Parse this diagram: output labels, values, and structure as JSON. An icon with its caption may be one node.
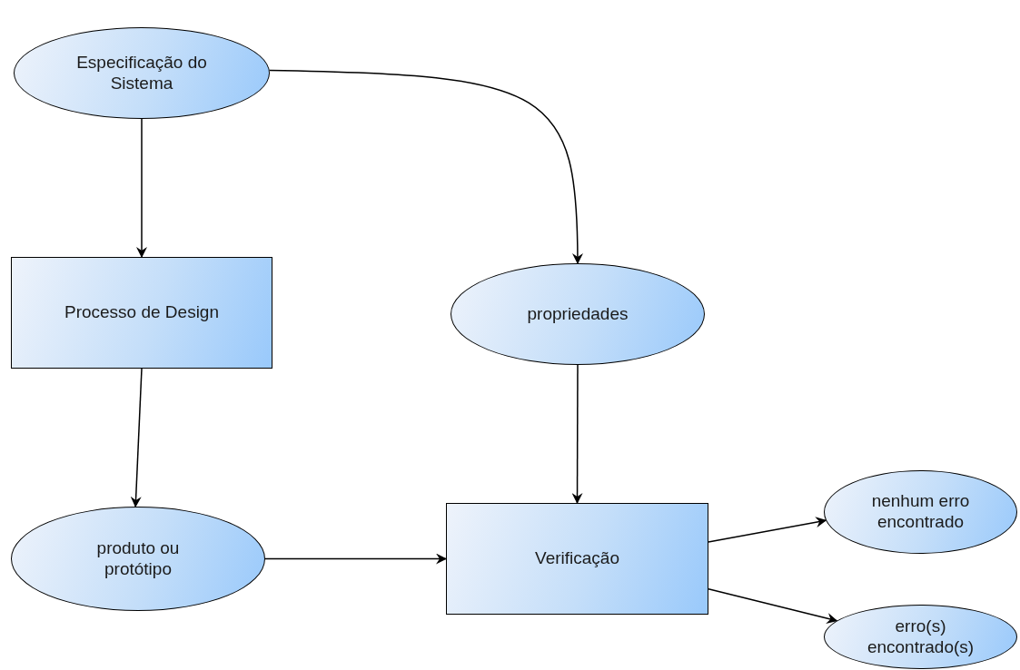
{
  "diagram": {
    "nodes": [
      {
        "text": [
          "Especificação do Sistema"
        ]
      },
      {
        "text": [
          "Processo de Design"
        ]
      },
      {
        "text": [
          "propriedades"
        ]
      },
      {
        "text": [
          "produto ou protótipo"
        ]
      },
      {
        "text": [
          "Verificação"
        ]
      },
      {
        "text": [
          "nenhum erro encontrado"
        ]
      },
      {
        "text": [
          "erro(s) encontrado(s)"
        ]
      }
    ],
    "edges": [
      {
        "from": 0,
        "to": 1,
        "arrow": "to"
      },
      {
        "from": 0,
        "to": 2,
        "arrow": "to"
      },
      {
        "from": 1,
        "to": 3,
        "arrow": "to"
      },
      {
        "from": 2,
        "to": 4,
        "arrow": "to"
      },
      {
        "from": 3,
        "to": 4,
        "arrow": "to"
      },
      {
        "from": 4,
        "to": 5,
        "arrow": "to"
      },
      {
        "from": 4,
        "to": 6,
        "arrow": "to"
      }
    ]
  }
}
